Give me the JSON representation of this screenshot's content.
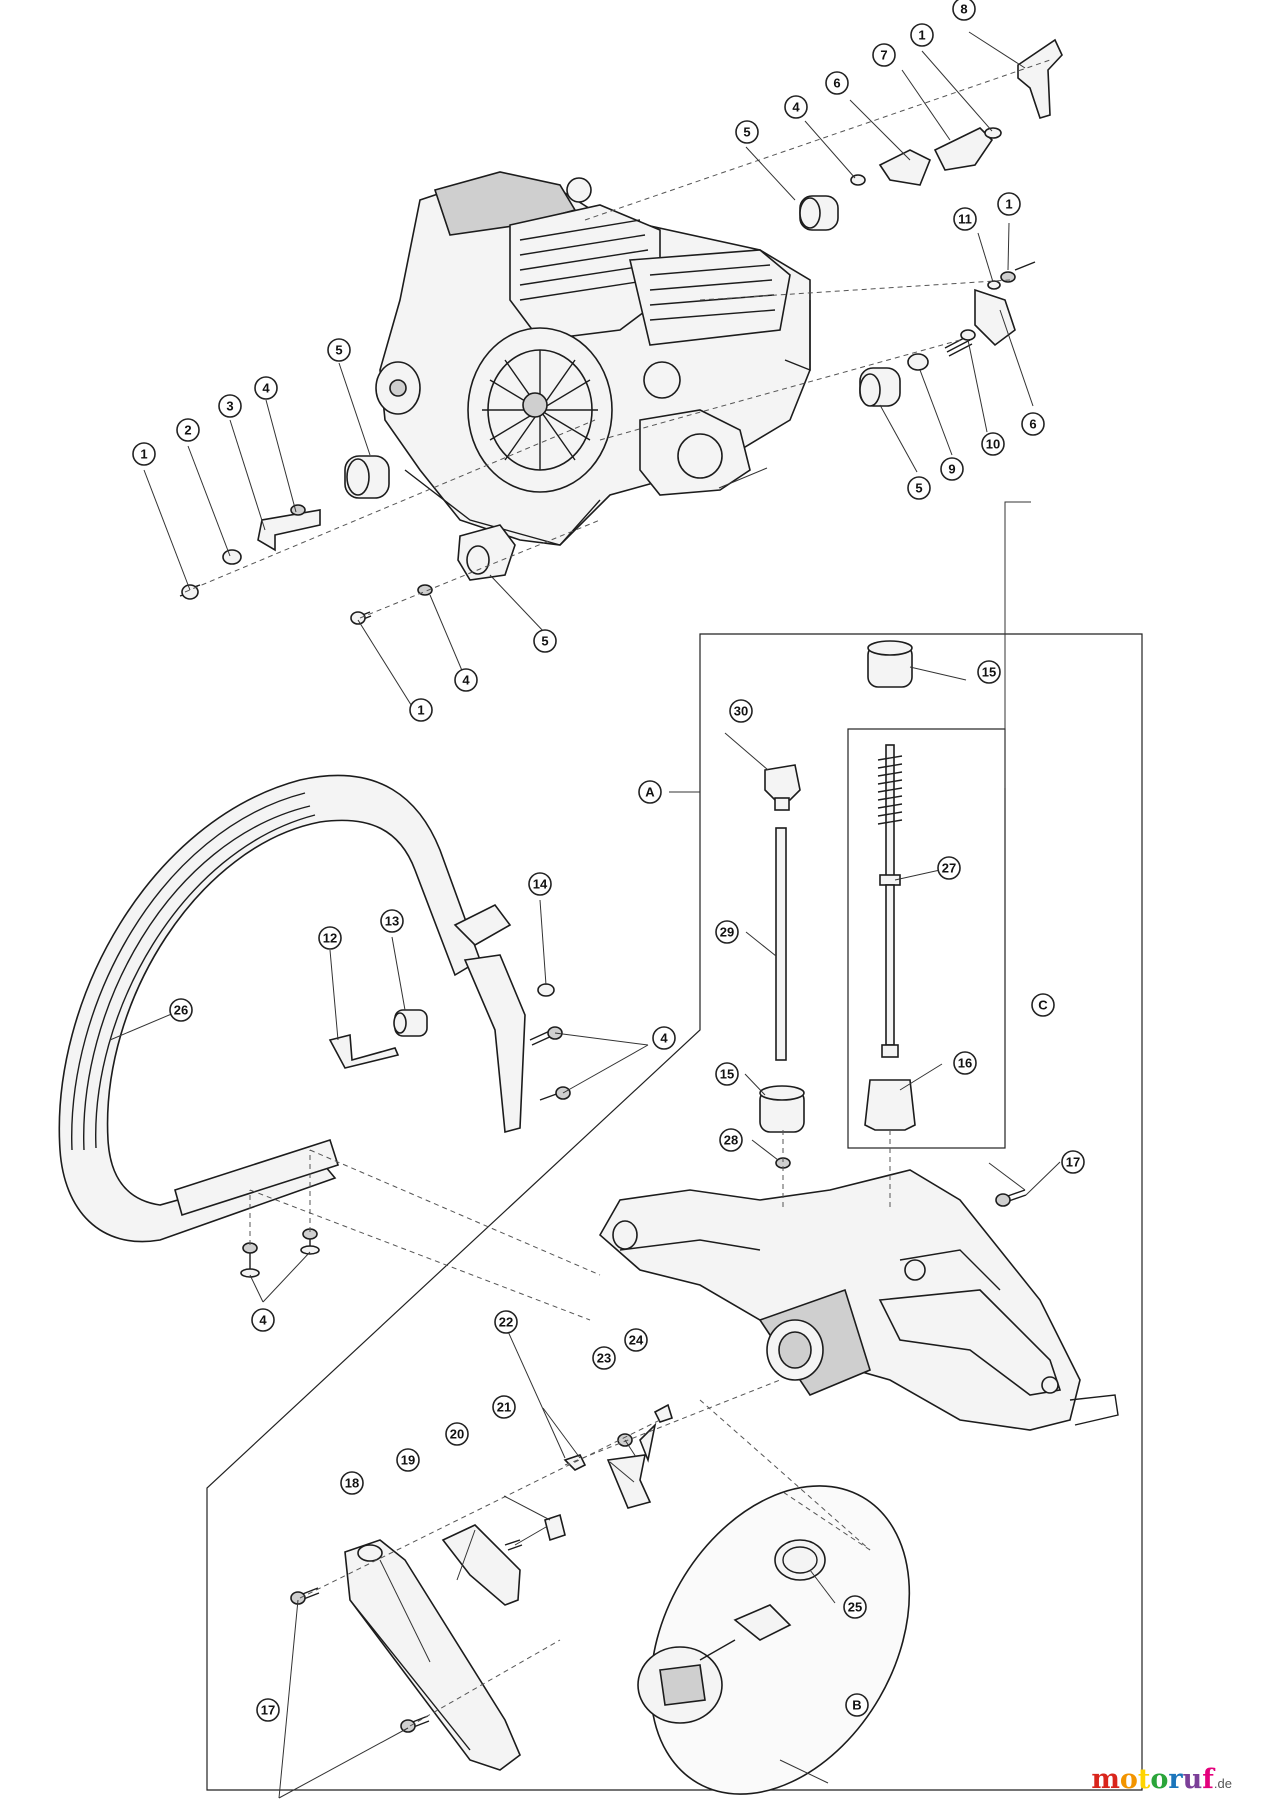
{
  "callouts": {
    "c1": "1",
    "c2": "2",
    "c3": "3",
    "c4": "4",
    "c5": "5",
    "c6": "6",
    "c7": "7",
    "c8": "8",
    "c9": "9",
    "c10": "10",
    "c11": "11",
    "c12": "12",
    "c13": "13",
    "c14": "14",
    "c15": "15",
    "c16": "16",
    "c17": "17",
    "c18": "18",
    "c19": "19",
    "c20": "20",
    "c21": "21",
    "c22": "22",
    "c23": "23",
    "c24": "24",
    "c25": "25",
    "c26": "26",
    "c27": "27",
    "c28": "28",
    "c29": "29",
    "c30": "30",
    "cA": "A",
    "cB": "B",
    "cC": "C"
  },
  "logo": {
    "name": "motoruf",
    "suffix": ".de",
    "colors": [
      "#d9251c",
      "#f29400",
      "#ffd400",
      "#2aa53a",
      "#1b75bb",
      "#7b3f98",
      "#e4007c"
    ]
  }
}
